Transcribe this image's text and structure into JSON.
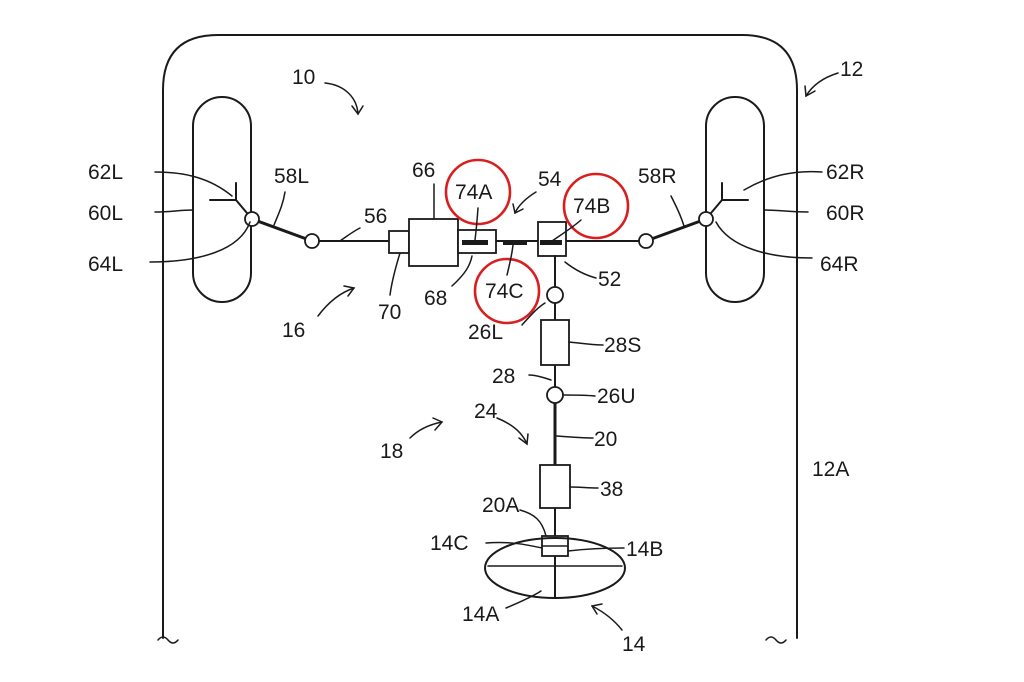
{
  "colors": {
    "line": "#1a1a1a",
    "highlight": "#d81e1e",
    "background": "#ffffff"
  },
  "labels": {
    "l10": "10",
    "l12": "12",
    "l12A": "12A",
    "l62L": "62L",
    "l60L": "60L",
    "l64L": "64L",
    "l58L": "58L",
    "l56": "56",
    "l66": "66",
    "l74A": "74A",
    "l54": "54",
    "l74B": "74B",
    "l58R": "58R",
    "l62R": "62R",
    "l60R": "60R",
    "l64R": "64R",
    "l52": "52",
    "l74C": "74C",
    "l68": "68",
    "l70": "70",
    "l16": "16",
    "l26L": "26L",
    "l28S": "28S",
    "l28": "28",
    "l26U": "26U",
    "l24": "24",
    "l18": "18",
    "l20": "20",
    "l38": "38",
    "l20A": "20A",
    "l14C": "14C",
    "l14B": "14B",
    "l14A": "14A",
    "l14": "14"
  }
}
